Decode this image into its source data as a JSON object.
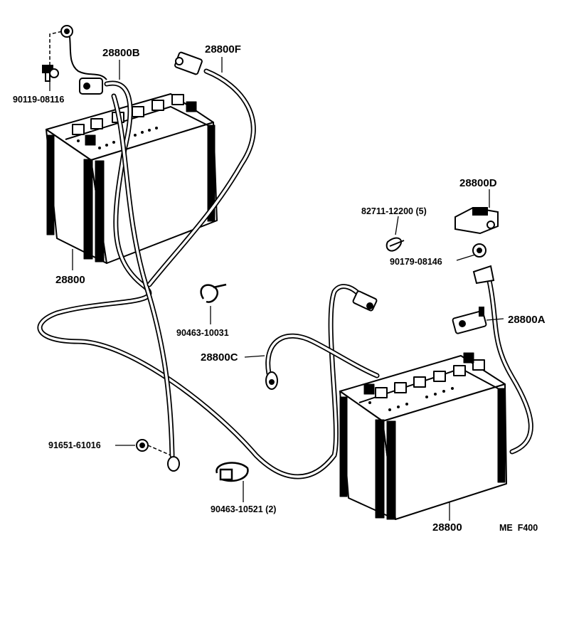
{
  "colors": {
    "ink": "#000000",
    "paper": "#ffffff"
  },
  "labels": {
    "bolt": "90119-08116",
    "cable_b": "28800B",
    "cable_f": "28800F",
    "battery_left": "28800",
    "cable_d": "28800D",
    "clip_12200": "82711-12200 (5)",
    "nut_08146": "90179-08146",
    "clamp_10031": "90463-10031",
    "cable_a": "28800A",
    "cable_c": "28800C",
    "nut_61016": "91651-61016",
    "clamp_10521": "90463-10521 (2)",
    "battery_right": "28800",
    "figure_code": "ME  F400"
  }
}
